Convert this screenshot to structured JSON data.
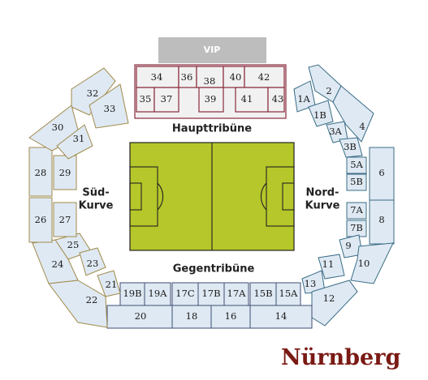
{
  "title": "Nürnberg",
  "stands": {
    "main": "Haupttribüne",
    "opposite": "Gegentribüne",
    "south": [
      "Süd-",
      "Kurve"
    ],
    "north": [
      "Nord-",
      "Kurve"
    ],
    "vip": "VIP"
  },
  "blocks": {
    "b2": "2",
    "b1A": "1A",
    "b1B": "1B",
    "b3A": "3A",
    "b3B": "3B",
    "b4": "4",
    "b5A": "5A",
    "b5B": "5B",
    "b6": "6",
    "b7A": "7A",
    "b7B": "7B",
    "b8": "8",
    "b9": "9",
    "b10": "10",
    "b11": "11",
    "b12": "12",
    "b13": "13",
    "b14": "14",
    "b15A": "15A",
    "b15B": "15B",
    "b16": "16",
    "b17A": "17A",
    "b17B": "17B",
    "b17C": "17C",
    "b18": "18",
    "b19A": "19A",
    "b19B": "19B",
    "b20": "20",
    "b21": "21",
    "b22": "22",
    "b23": "23",
    "b24": "24",
    "b25": "25",
    "b26": "26",
    "b27": "27",
    "b28": "28",
    "b29": "29",
    "b30": "30",
    "b31": "31",
    "b32": "32",
    "b33": "33",
    "b34": "34",
    "b35": "35",
    "b36": "36",
    "b37": "37",
    "b38": "38",
    "b39": "39",
    "b40": "40",
    "b41": "41",
    "b42": "42",
    "b43": "43"
  },
  "colors": {
    "pitch": "#b5c72a",
    "block": "#dfe9f3",
    "vip": "#bdbdbd",
    "title": "#7a1a14"
  }
}
